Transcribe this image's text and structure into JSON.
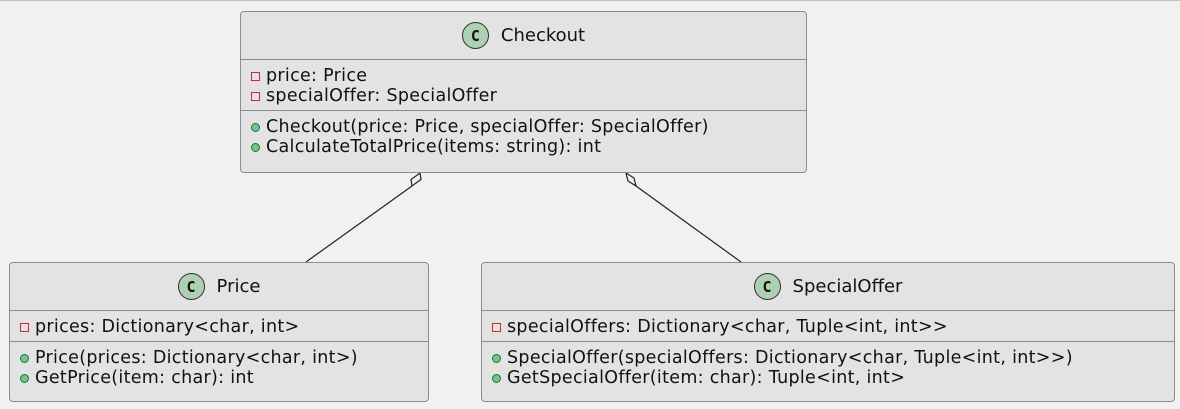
{
  "diagram": {
    "classes": [
      {
        "id": "checkout",
        "badge": "C",
        "name": "Checkout",
        "fields": [
          {
            "visibility": "private",
            "text": "price: Price"
          },
          {
            "visibility": "private",
            "text": "specialOffer: SpecialOffer"
          }
        ],
        "methods": [
          {
            "visibility": "public",
            "text": "Checkout(price: Price, specialOffer: SpecialOffer)"
          },
          {
            "visibility": "public",
            "text": "CalculateTotalPrice(items: string): int"
          }
        ]
      },
      {
        "id": "price",
        "badge": "C",
        "name": "Price",
        "fields": [
          {
            "visibility": "private",
            "text": "prices: Dictionary<char, int>"
          }
        ],
        "methods": [
          {
            "visibility": "public",
            "text": "Price(prices: Dictionary<char, int>)"
          },
          {
            "visibility": "public",
            "text": "GetPrice(item: char): int"
          }
        ]
      },
      {
        "id": "specialoffer",
        "badge": "C",
        "name": "SpecialOffer",
        "fields": [
          {
            "visibility": "private",
            "text": "specialOffers: Dictionary<char, Tuple<int, int>>"
          }
        ],
        "methods": [
          {
            "visibility": "public",
            "text": "SpecialOffer(specialOffers: Dictionary<char, Tuple<int, int>>)"
          },
          {
            "visibility": "public",
            "text": "GetSpecialOffer(item: char): Tuple<int, int>"
          }
        ]
      }
    ],
    "relations": [
      {
        "from": "checkout",
        "to": "price",
        "type": "aggregation"
      },
      {
        "from": "checkout",
        "to": "specialoffer",
        "type": "aggregation"
      }
    ],
    "colors": {
      "background": "#f1f1f1",
      "class_fill": "#e3e3e3",
      "border": "#8c8c8c",
      "badge_fill": "#add1b2",
      "private_marker": "#c82930",
      "public_marker": "#84be84"
    }
  }
}
